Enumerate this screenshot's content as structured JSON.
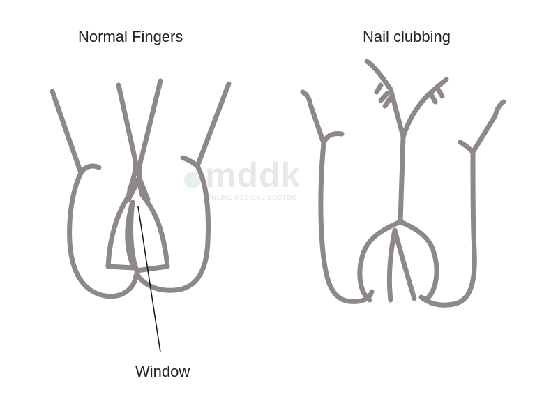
{
  "titles": {
    "normal": "Normal Fingers",
    "clubbing": "Nail clubbing"
  },
  "annotation": {
    "window": "Window"
  },
  "watermark": {
    "logo": "mddk",
    "tagline": "ONLINE MEDICAL DOCTOR"
  },
  "colors": {
    "outline": "#8f8888",
    "text": "#222222",
    "pointer": "#111111"
  }
}
